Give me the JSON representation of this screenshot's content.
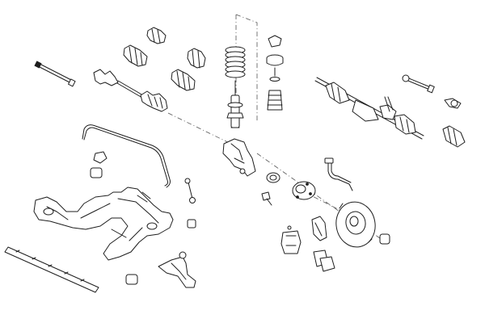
{
  "diagram": {
    "background": "#ffffff",
    "line_color": "#1e1e1e",
    "parts": [
      {
        "id": "tie-rod-left",
        "icon": "tie-rod-icon"
      },
      {
        "id": "driveshaft-left",
        "icon": "driveshaft-icon"
      },
      {
        "id": "cv-boot-1",
        "icon": "boot-icon"
      },
      {
        "id": "cv-boot-2",
        "icon": "boot-icon"
      },
      {
        "id": "cv-boot-3",
        "icon": "boot-icon"
      },
      {
        "id": "cv-boot-4",
        "icon": "boot-icon"
      },
      {
        "id": "coil-spring",
        "icon": "spring-icon"
      },
      {
        "id": "shock-absorber",
        "icon": "damper-icon"
      },
      {
        "id": "strut-mount",
        "icon": "mount-icon"
      },
      {
        "id": "bump-stop",
        "icon": "bump-stop-icon"
      },
      {
        "id": "steering-rack",
        "icon": "steering-rack-icon"
      },
      {
        "id": "inner-tie-rod",
        "icon": "tie-rod-icon"
      },
      {
        "id": "tie-rod-end",
        "icon": "ball-joint-icon"
      },
      {
        "id": "rack-boot",
        "icon": "boot-icon"
      },
      {
        "id": "stabilizer-bar",
        "icon": "stabilizer-icon"
      },
      {
        "id": "stabilizer-bushing",
        "icon": "bushing-icon"
      },
      {
        "id": "stabilizer-link",
        "icon": "link-icon"
      },
      {
        "id": "subframe",
        "icon": "subframe-icon"
      },
      {
        "id": "steering-knuckle",
        "icon": "knuckle-icon"
      },
      {
        "id": "wheel-bearing",
        "icon": "bearing-icon"
      },
      {
        "id": "wheel-hub",
        "icon": "hub-icon"
      },
      {
        "id": "abs-sensor",
        "icon": "sensor-icon"
      },
      {
        "id": "brake-hose",
        "icon": "hose-icon"
      },
      {
        "id": "brake-disc",
        "icon": "disc-icon"
      },
      {
        "id": "brake-caliper",
        "icon": "caliper-icon"
      },
      {
        "id": "brake-pads",
        "icon": "pads-icon"
      },
      {
        "id": "brake-shield",
        "icon": "shield-icon"
      },
      {
        "id": "control-arm",
        "icon": "control-arm-icon"
      },
      {
        "id": "control-arm-bushing",
        "icon": "bushing-icon"
      },
      {
        "id": "trim-strip",
        "icon": "strip-icon"
      }
    ]
  }
}
